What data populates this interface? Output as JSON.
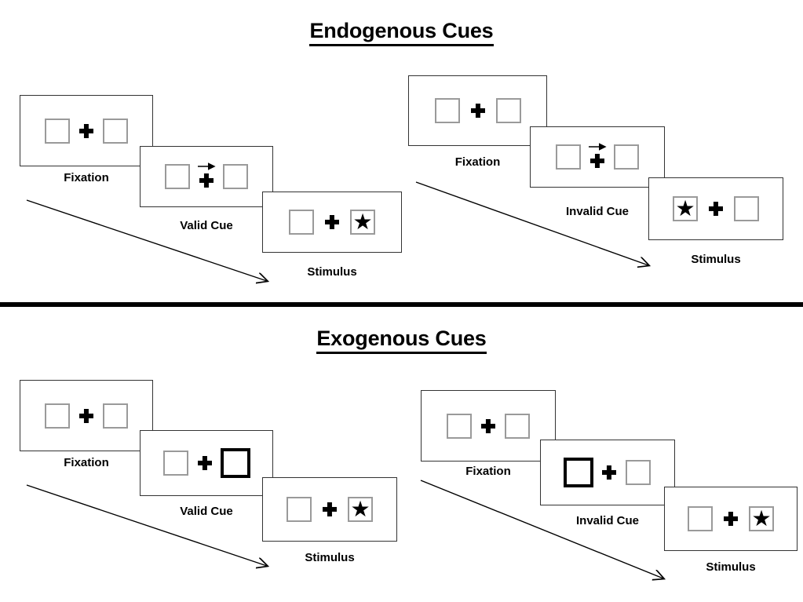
{
  "page": {
    "background": "#ffffff",
    "ink": "#000000",
    "box_border_color": "#9a9a9a",
    "cued_box_border_color": "#000000",
    "frame_border_color": "#333333"
  },
  "sections": [
    {
      "id": "endogenous",
      "title": "Endogenous Cues",
      "columns": [
        {
          "id": "endogenous-valid",
          "panels": [
            {
              "id": "endogenous-valid-fixation",
              "caption": "Fixation",
              "left_box": {
                "content": "empty",
                "cued": false
              },
              "right_box": {
                "content": "empty",
                "cued": false
              },
              "center": "fixation-cross",
              "arrow_cue": "none"
            },
            {
              "id": "endogenous-valid-cue",
              "caption": "Valid Cue",
              "left_box": {
                "content": "empty",
                "cued": false
              },
              "right_box": {
                "content": "empty",
                "cued": false
              },
              "center": "fixation-cross",
              "arrow_cue": "right"
            },
            {
              "id": "endogenous-valid-stimulus",
              "caption": "Stimulus",
              "left_box": {
                "content": "empty",
                "cued": false
              },
              "right_box": {
                "content": "star",
                "cued": false
              },
              "center": "fixation-cross",
              "arrow_cue": "none"
            }
          ]
        },
        {
          "id": "endogenous-invalid",
          "panels": [
            {
              "id": "endogenous-invalid-fixation",
              "caption": "Fixation",
              "left_box": {
                "content": "empty",
                "cued": false
              },
              "right_box": {
                "content": "empty",
                "cued": false
              },
              "center": "fixation-cross",
              "arrow_cue": "none"
            },
            {
              "id": "endogenous-invalid-cue",
              "caption": "Invalid Cue",
              "left_box": {
                "content": "empty",
                "cued": false
              },
              "right_box": {
                "content": "empty",
                "cued": false
              },
              "center": "fixation-cross",
              "arrow_cue": "right"
            },
            {
              "id": "endogenous-invalid-stimulus",
              "caption": "Stimulus",
              "left_box": {
                "content": "star",
                "cued": false
              },
              "right_box": {
                "content": "empty",
                "cued": false
              },
              "center": "fixation-cross",
              "arrow_cue": "none"
            }
          ]
        }
      ]
    },
    {
      "id": "exogenous",
      "title": "Exogenous Cues",
      "columns": [
        {
          "id": "exogenous-valid",
          "panels": [
            {
              "id": "exogenous-valid-fixation",
              "caption": "Fixation",
              "left_box": {
                "content": "empty",
                "cued": false
              },
              "right_box": {
                "content": "empty",
                "cued": false
              },
              "center": "fixation-cross",
              "arrow_cue": "none"
            },
            {
              "id": "exogenous-valid-cue",
              "caption": "Valid Cue",
              "left_box": {
                "content": "empty",
                "cued": false
              },
              "right_box": {
                "content": "empty",
                "cued": true
              },
              "center": "fixation-cross",
              "arrow_cue": "none"
            },
            {
              "id": "exogenous-valid-stimulus",
              "caption": "Stimulus",
              "left_box": {
                "content": "empty",
                "cued": false
              },
              "right_box": {
                "content": "star",
                "cued": false
              },
              "center": "fixation-cross",
              "arrow_cue": "none"
            }
          ]
        },
        {
          "id": "exogenous-invalid",
          "panels": [
            {
              "id": "exogenous-invalid-fixation",
              "caption": "Fixation",
              "left_box": {
                "content": "empty",
                "cued": false
              },
              "right_box": {
                "content": "empty",
                "cued": false
              },
              "center": "fixation-cross",
              "arrow_cue": "none"
            },
            {
              "id": "exogenous-invalid-cue",
              "caption": "Invalid Cue",
              "left_box": {
                "content": "empty",
                "cued": true
              },
              "right_box": {
                "content": "empty",
                "cued": false
              },
              "center": "fixation-cross",
              "arrow_cue": "none"
            },
            {
              "id": "exogenous-invalid-stimulus",
              "caption": "Stimulus",
              "left_box": {
                "content": "empty",
                "cued": false
              },
              "right_box": {
                "content": "star",
                "cued": false
              },
              "center": "fixation-cross",
              "arrow_cue": "none"
            }
          ]
        }
      ]
    }
  ],
  "time_arrows": [
    {
      "id": "endogenous-valid-time-arrow",
      "direction": "down-right"
    },
    {
      "id": "endogenous-invalid-time-arrow",
      "direction": "down-right"
    },
    {
      "id": "exogenous-valid-time-arrow",
      "direction": "down-right"
    },
    {
      "id": "exogenous-invalid-time-arrow",
      "direction": "down-right"
    }
  ],
  "glyphs": {
    "star": "★"
  }
}
